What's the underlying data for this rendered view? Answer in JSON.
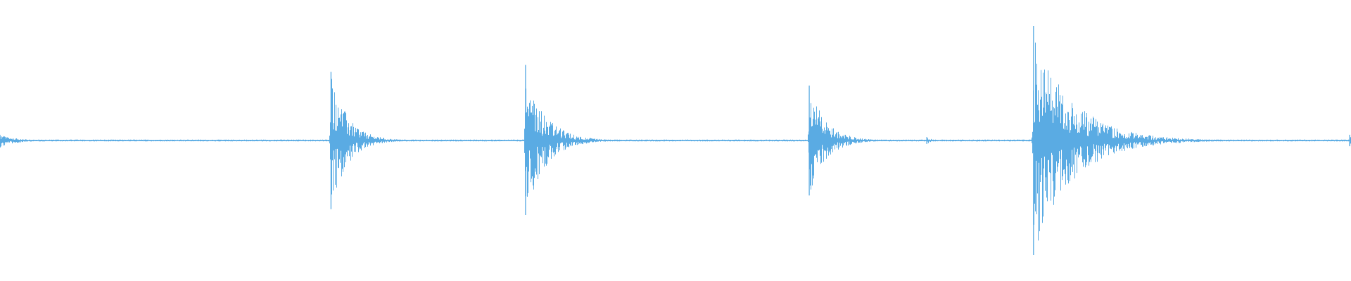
{
  "chart_data": {
    "type": "line",
    "title": "",
    "xlabel": "",
    "ylabel": "",
    "xlim": [
      0,
      1
    ],
    "ylim": [
      -1,
      1
    ],
    "grid": false,
    "legend": "none",
    "colors": {
      "waveform": "#5aabe3",
      "background": "#ffffff"
    },
    "series": [
      {
        "noise_amplitude": 0.008,
        "events": [
          {
            "x": 0.0,
            "peak_pos": 0.05,
            "peak_neg": 0.06,
            "decay": 0.012
          },
          {
            "x": 0.245,
            "peak_pos": 0.6,
            "peak_neg": 0.6,
            "decay": 0.012
          },
          {
            "x": 0.389,
            "peak_pos": 0.66,
            "peak_neg": 0.65,
            "decay": 0.014
          },
          {
            "x": 0.599,
            "peak_pos": 0.48,
            "peak_neg": 0.48,
            "decay": 0.012
          },
          {
            "x": 0.686,
            "peak_pos": 0.03,
            "peak_neg": 0.03,
            "decay": 0.004
          },
          {
            "x": 0.765,
            "peak_pos": 1.0,
            "peak_neg": 1.0,
            "decay": 0.028
          },
          {
            "x": 0.999,
            "peak_pos": 0.05,
            "peak_neg": 0.05,
            "decay": 0.002
          }
        ]
      }
    ]
  }
}
